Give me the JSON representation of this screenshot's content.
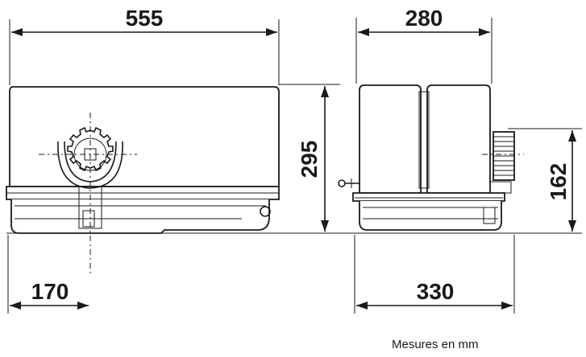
{
  "dimensions": {
    "front_width": "555",
    "side_width": "280",
    "height": "295",
    "pinion_height": "162",
    "pinion_offset": "170",
    "base_width": "330"
  },
  "note": "Mesures en mm"
}
